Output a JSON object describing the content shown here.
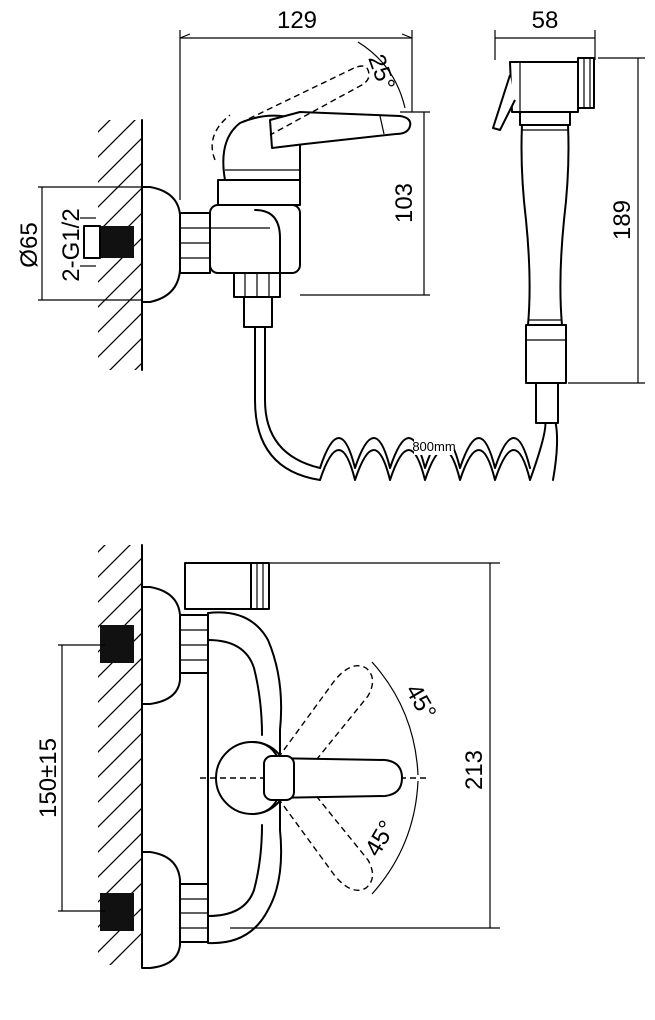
{
  "side_view": {
    "width_label": "129",
    "handle_angle_label": "25°",
    "height_label": "103",
    "rosette_label": "Ø65",
    "thread_label": "2-G1/2",
    "hose_label": "800mm"
  },
  "shower_head": {
    "width_label": "58",
    "length_label": "189"
  },
  "front_view": {
    "spacing_label": "150±15",
    "total_height_label": "213",
    "upper_angle_label": "45°",
    "lower_angle_label": "45°"
  }
}
